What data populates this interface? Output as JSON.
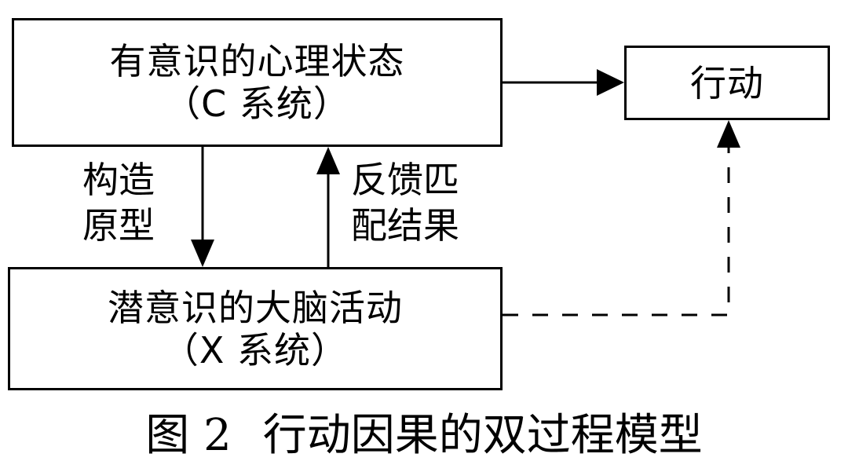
{
  "diagram": {
    "nodes": {
      "conscious": {
        "title": "有意识的心理状态",
        "subtitle": "（C 系统）"
      },
      "subconscious": {
        "title": "潜意识的大脑活动",
        "subtitle": "（X 系统）"
      },
      "action": {
        "title": "行动"
      }
    },
    "edges": [
      {
        "from": "conscious",
        "to": "action",
        "style": "solid",
        "label": ""
      },
      {
        "from": "conscious",
        "to": "subconscious",
        "style": "solid",
        "label": "构造原型"
      },
      {
        "from": "subconscious",
        "to": "conscious",
        "style": "solid",
        "label": "反馈匹配结果"
      },
      {
        "from": "subconscious",
        "to": "action",
        "style": "dashed",
        "label": ""
      }
    ],
    "labels": {
      "construct_line1": "构造",
      "construct_line2": "原型",
      "feedback_line1": "反馈匹",
      "feedback_line2": "配结果"
    },
    "caption": {
      "figure_number": "图 2",
      "title": "行动因果的双过程模型"
    },
    "colors": {
      "stroke": "#000000",
      "background": "#ffffff"
    }
  }
}
